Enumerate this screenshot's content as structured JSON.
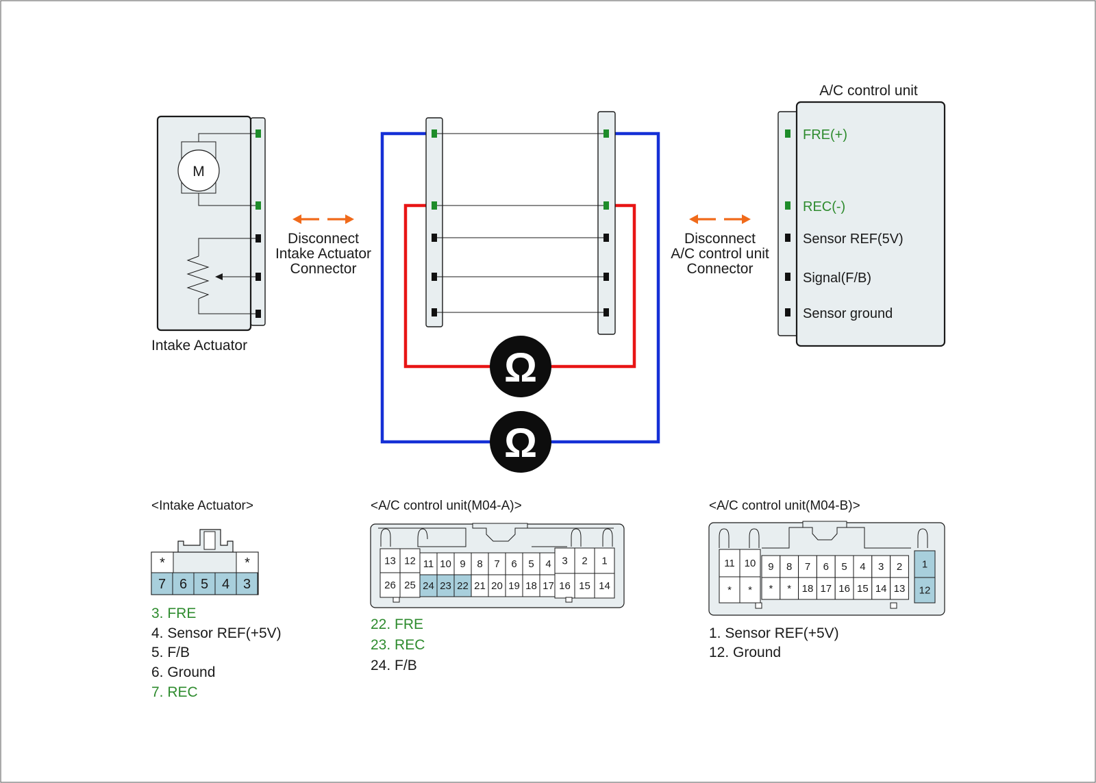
{
  "colors": {
    "blue_wire": "#1530d6",
    "red_wire": "#e81515",
    "arrow": "#f06a1a",
    "green_text": "#2e8b2e",
    "pin_green": "#1e8c2a",
    "pin_black": "#111111",
    "highlight": "#a8cfdc",
    "housing": "#e8eef0"
  },
  "actuator": {
    "label": "Intake Actuator",
    "motor_symbol": "M"
  },
  "disconnect_left": [
    "Disconnect",
    "Intake Actuator",
    "Connector"
  ],
  "disconnect_right": [
    "Disconnect",
    "A/C control unit",
    "Connector"
  ],
  "acu": {
    "title": "A/C control unit",
    "pins": [
      {
        "label": "FRE(+)",
        "green": true
      },
      {
        "label": "REC(-)",
        "green": true
      },
      {
        "label": "Sensor REF(5V)",
        "green": false
      },
      {
        "label": "Signal(F/B)",
        "green": false
      },
      {
        "label": "Sensor ground",
        "green": false
      }
    ]
  },
  "meter_symbol": "Ω",
  "conn_actuator": {
    "title": "<Intake Actuator>",
    "top_row": [
      "*",
      "",
      "",
      "",
      "*"
    ],
    "bottom_row": [
      "7",
      "6",
      "5",
      "4",
      "3"
    ],
    "legend": [
      {
        "text": "3. FRE",
        "green": true
      },
      {
        "text": "4. Sensor REF(+5V)",
        "green": false
      },
      {
        "text": "5. F/B",
        "green": false
      },
      {
        "text": "6. Ground",
        "green": false
      },
      {
        "text": "7. REC",
        "green": true
      }
    ]
  },
  "conn_m04a": {
    "title": "<A/C control unit(M04-A)>",
    "left_top": [
      "13",
      "12"
    ],
    "left_bottom": [
      "26",
      "25"
    ],
    "mid_top": [
      "11",
      "10",
      "9",
      "8",
      "7",
      "6",
      "5",
      "4"
    ],
    "mid_bottom": [
      "24",
      "23",
      "22",
      "21",
      "20",
      "19",
      "18",
      "17"
    ],
    "right_top": [
      "3",
      "2",
      "1"
    ],
    "right_bottom": [
      "16",
      "15",
      "14"
    ],
    "highlighted": [
      "24",
      "23",
      "22"
    ],
    "legend": [
      {
        "text": "22. FRE",
        "green": true
      },
      {
        "text": "23. REC",
        "green": true
      },
      {
        "text": "24. F/B",
        "green": false
      }
    ]
  },
  "conn_m04b": {
    "title": "<A/C control unit(M04-B)>",
    "left_top": [
      "11",
      "10"
    ],
    "left_bottom": [
      "*",
      "*"
    ],
    "mid_top": [
      "",
      "",
      "9",
      "8",
      "7",
      "6",
      "5",
      "4",
      "3",
      "2"
    ],
    "mid_bottom": [
      "*",
      "*",
      "18",
      "17",
      "16",
      "15",
      "14",
      "13"
    ],
    "right_top": [
      "1"
    ],
    "right_bottom": [
      "12"
    ],
    "highlighted": [
      "1",
      "12"
    ],
    "legend": [
      {
        "text": "1. Sensor REF(+5V)",
        "green": false
      },
      {
        "text": "12. Ground",
        "green": false
      }
    ]
  }
}
